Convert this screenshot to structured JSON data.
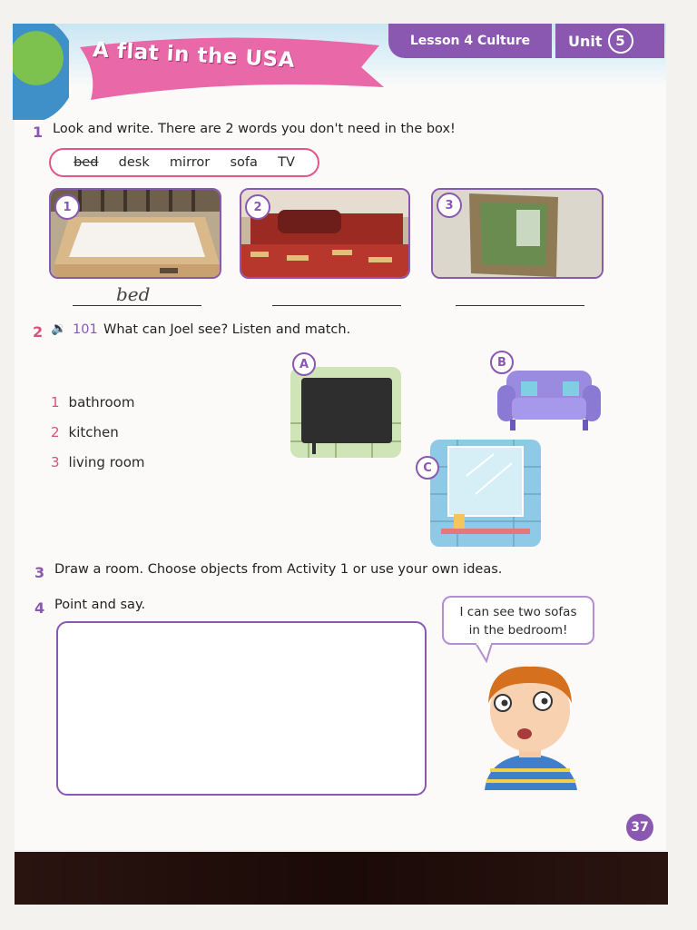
{
  "header": {
    "title": "A flat in the USA",
    "lesson": "Lesson 4  Culture",
    "unit_label": "Unit",
    "unit_number": "5"
  },
  "activity1": {
    "number": "1",
    "instruction": "Look and write. There are 2 words you don't need in the box!",
    "words": [
      "bed",
      "desk",
      "mirror",
      "sofa",
      "TV"
    ],
    "photo_numbers": [
      "1",
      "2",
      "3"
    ],
    "example_answer": "bed"
  },
  "activity2": {
    "number": "2",
    "track": "101",
    "instruction": "What can Joel see? Listen and match.",
    "items": [
      {
        "n": "1",
        "label": "bathroom"
      },
      {
        "n": "2",
        "label": "kitchen"
      },
      {
        "n": "3",
        "label": "living room"
      }
    ],
    "pictures": [
      "A",
      "B",
      "C"
    ]
  },
  "activity3": {
    "number": "3",
    "instruction": "Draw a room. Choose objects from Activity 1 or use your own ideas."
  },
  "activity4": {
    "number": "4",
    "instruction": "Point and say.",
    "speech_line1": "I can see two sofas",
    "speech_line2": "in the bedroom!"
  },
  "page_number": "37",
  "colors": {
    "accent": "#8a58b0",
    "pink": "#e25688"
  }
}
